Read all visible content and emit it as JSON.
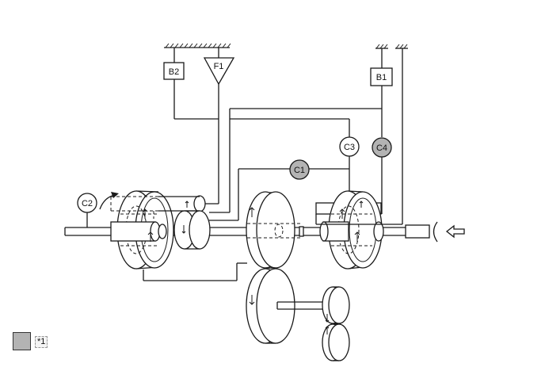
{
  "diagram": {
    "labels": {
      "b2": "B2",
      "f1": "F1",
      "b1": "B1",
      "c1": "C1",
      "c2": "C2",
      "c3": "C3",
      "c4": "C4"
    },
    "colors": {
      "line": "#1a1a1a",
      "engaged_fill": "#b3b3b3",
      "background": "#ffffff"
    }
  },
  "legend": {
    "label": "*1",
    "swatch_color": "#b3b3b3"
  }
}
